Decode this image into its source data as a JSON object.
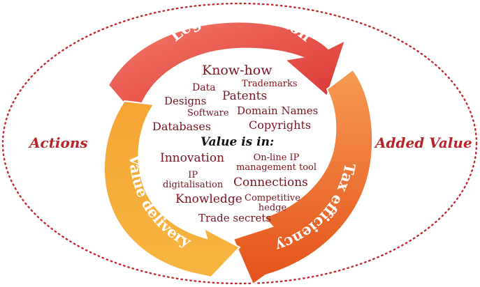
{
  "colors": {
    "outline": "#c1272d",
    "legal_light": "#f26b5e",
    "legal_dark": "#d9302f",
    "tax_light": "#f58a3a",
    "tax_dark": "#e8551c",
    "value_light": "#f7b23b",
    "value_dark": "#f08a1e",
    "word_text": "#7a1420",
    "side_label": "#b8242a"
  },
  "cycle": {
    "legal_protection": "Legal protection",
    "tax_efficiency": "Tax efficiency",
    "value_delivery": "Value delivery"
  },
  "side_labels": {
    "left": "Actions",
    "right": "Added Value"
  },
  "center": {
    "title": "Value is in:",
    "words": {
      "know_how": "Know-how",
      "data": "Data",
      "trademarks": "Trademarks",
      "patents": "Patents",
      "designs": "Designs",
      "software": "Software",
      "domain_names": "Domain Names",
      "databases": "Databases",
      "copyrights": "Copyrights",
      "innovation": "Innovation",
      "online_ip": "On-line IP\nmanagement tool",
      "ip_digitalisation": "IP\ndigitalisation",
      "connections": "Connections",
      "knowledge": "Knowledge",
      "competitive_hedge": "Competitive\nhedge",
      "trade_secrets": "Trade secrets"
    }
  }
}
